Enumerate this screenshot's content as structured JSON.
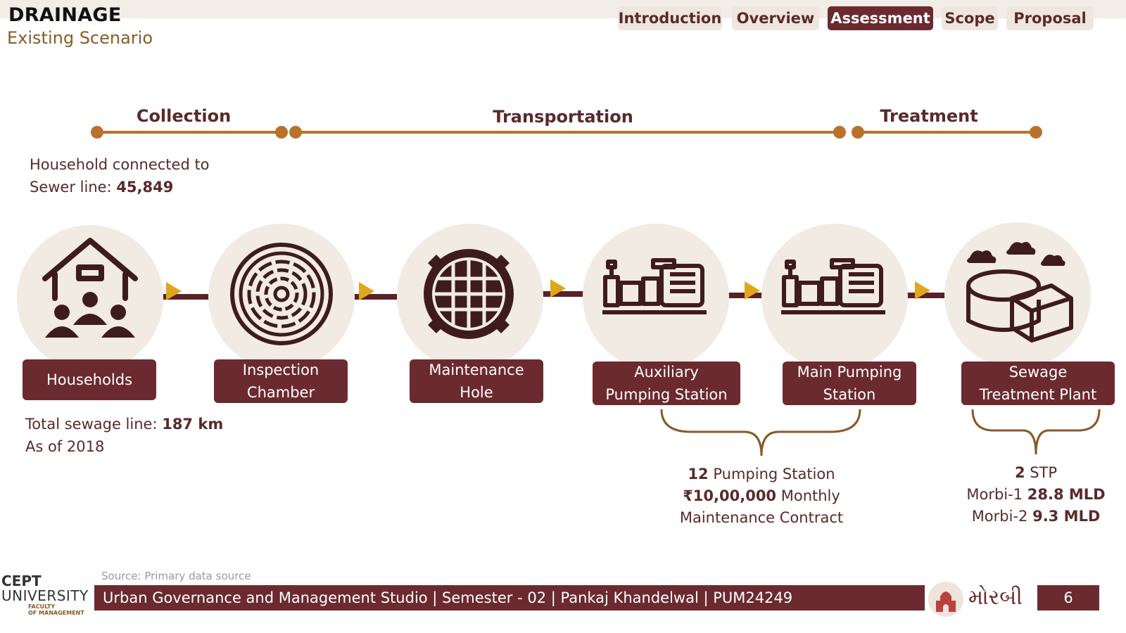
{
  "header": {
    "title": "DRAINAGE",
    "subtitle": "Existing Scenario"
  },
  "nav": {
    "tabs": [
      {
        "label": "Introduction",
        "active": false
      },
      {
        "label": "Overview",
        "active": false
      },
      {
        "label": "Assessment",
        "active": true
      },
      {
        "label": "Scope",
        "active": false
      },
      {
        "label": "Proposal",
        "active": false
      }
    ]
  },
  "phases": {
    "collection": "Collection",
    "transportation": "Transportation",
    "treatment": "Treatment"
  },
  "household_stat": {
    "line1": "Household connected to",
    "line2_prefix": "Sewer line: ",
    "line2_value": "45,849"
  },
  "stages": [
    {
      "label": "Households",
      "icon": "house-people-icon"
    },
    {
      "label_line1": "Inspection",
      "label_line2": "Chamber",
      "icon": "inspection-chamber-icon"
    },
    {
      "label_line1": "Maintenance",
      "label_line2": "Hole",
      "icon": "manhole-grate-icon"
    },
    {
      "label_line1": "Auxiliary",
      "label_line2": "Pumping Station",
      "icon": "pump-icon"
    },
    {
      "label_line1": "Main Pumping",
      "label_line2": "Station",
      "icon": "pump-icon"
    },
    {
      "label_line1": "Sewage",
      "label_line2": "Treatment Plant",
      "icon": "treatment-plant-icon"
    }
  ],
  "sewage_line": {
    "prefix": "Total sewage line: ",
    "value": "187 km",
    "note": "As of 2018"
  },
  "pumping_info": {
    "count": "12",
    "count_label": " Pumping Station",
    "cost": "₹10,00,000",
    "cost_label": " Monthly",
    "line3": "Maintenance Contract"
  },
  "stp_info": {
    "count": "2",
    "count_label": " STP",
    "morbi1_label": "Morbi-1 ",
    "morbi1_value": "28.8 MLD",
    "morbi2_label": "Morbi-2 ",
    "morbi2_value": "9.3 MLD"
  },
  "footer": {
    "source": "Source: Primary data source",
    "text": "Urban Governance and Management Studio | Semester - 02 | Pankaj Khandelwal | PUM24249",
    "page": "6",
    "logo_line1": "CEPT",
    "logo_line2": "UNIVERSITY",
    "logo_line3": "FACULTY",
    "logo_line4": "OF MANAGEMENT",
    "city_name": "મોરબી"
  },
  "colors": {
    "maroon": "#6b2a2f",
    "gold": "#e2a61b",
    "timeline": "#b9722a",
    "circle_bg": "#f1ebe4"
  }
}
